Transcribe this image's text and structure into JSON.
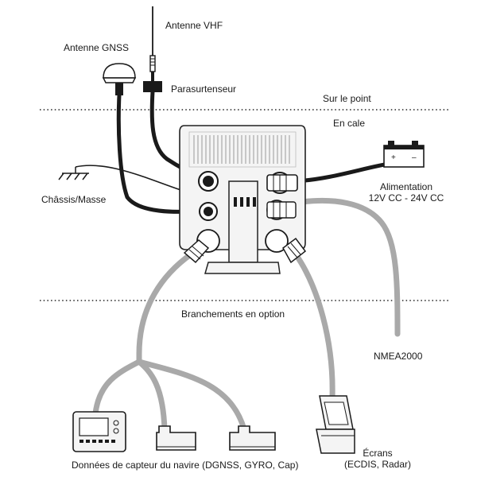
{
  "labels": {
    "antenna_vhf": "Antenne VHF",
    "antenna_gnss": "Antenne GNSS",
    "surge": "Parasurtenseur",
    "above_deck": "Sur le point",
    "below_deck": "En cale",
    "chassis": "Châssis/Masse",
    "power_line1": "Alimentation",
    "power_line2": "12V CC - 24V CC",
    "optional": "Branchements en option",
    "nmea": "NMEA2000",
    "sensors": "Données de capteur du navire (DGNSS, GYRO, Cap)",
    "screens_line1": "Écrans",
    "screens_line2": "(ECDIS, Radar)"
  },
  "colors": {
    "black_cable": "#1a1a1a",
    "grey_cable": "#a9a9a9",
    "device_fill": "#f4f4f4",
    "outline": "#222222"
  }
}
